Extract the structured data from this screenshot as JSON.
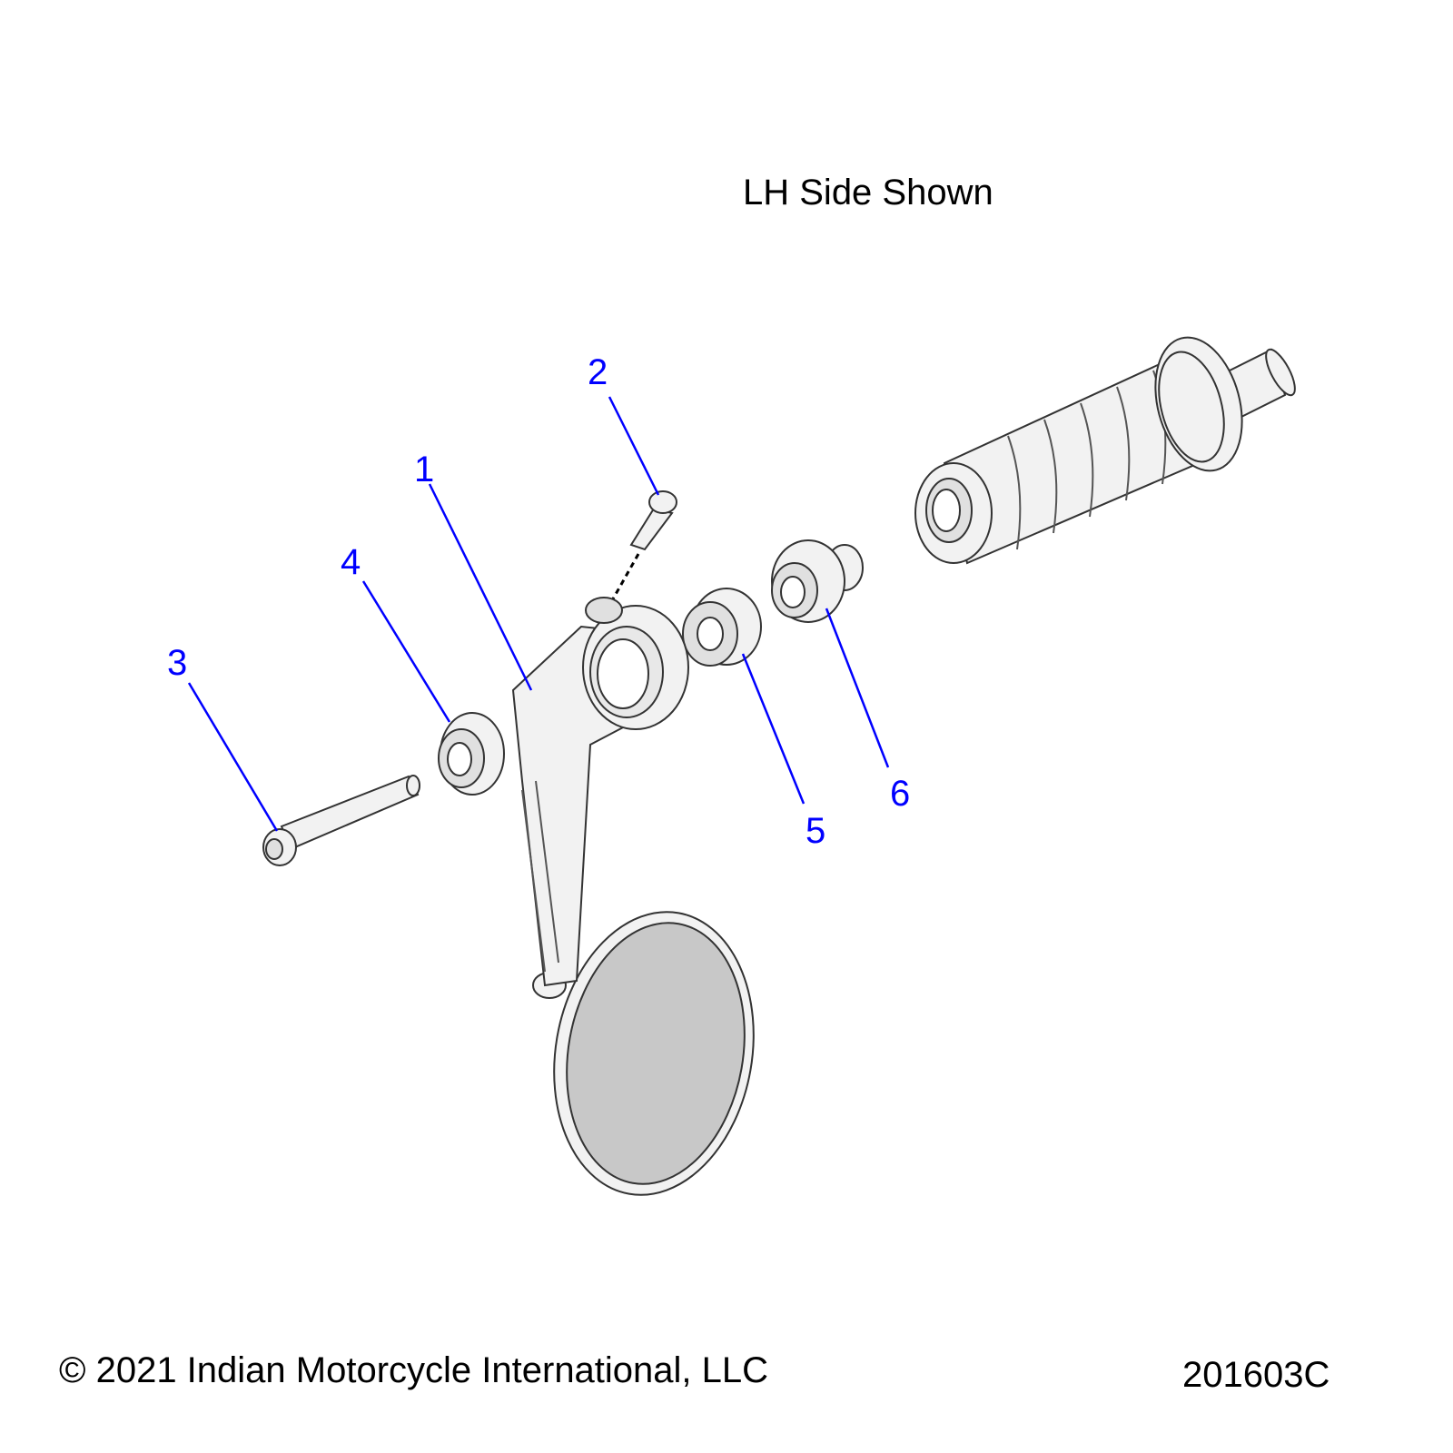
{
  "title": "LH Side Shown",
  "copyright": "© 2021 Indian Motorcycle International, LLC",
  "diagram_code": "201603C",
  "callouts": [
    "1",
    "2",
    "3",
    "4",
    "5",
    "6"
  ],
  "colors": {
    "callout": "#0000ff",
    "line_art": "#333333"
  }
}
